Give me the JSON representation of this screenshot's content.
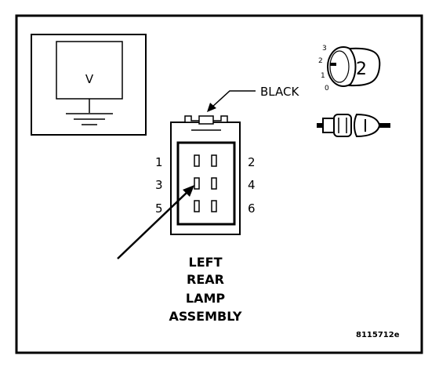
{
  "meter": {
    "symbol": "V"
  },
  "connector": {
    "color_label": "BLACK",
    "pins_left": [
      "1",
      "3",
      "5"
    ],
    "pins_right": [
      "2",
      "4",
      "6"
    ]
  },
  "component_title": [
    "LEFT",
    "REAR",
    "LAMP",
    "ASSEMBLY"
  ],
  "bulb_socket": {
    "positions": [
      "3",
      "2",
      "1",
      "0"
    ],
    "badge": "2"
  },
  "figure_id": "8115712e",
  "colors": {
    "line": "#000000",
    "background": "#ffffff"
  }
}
